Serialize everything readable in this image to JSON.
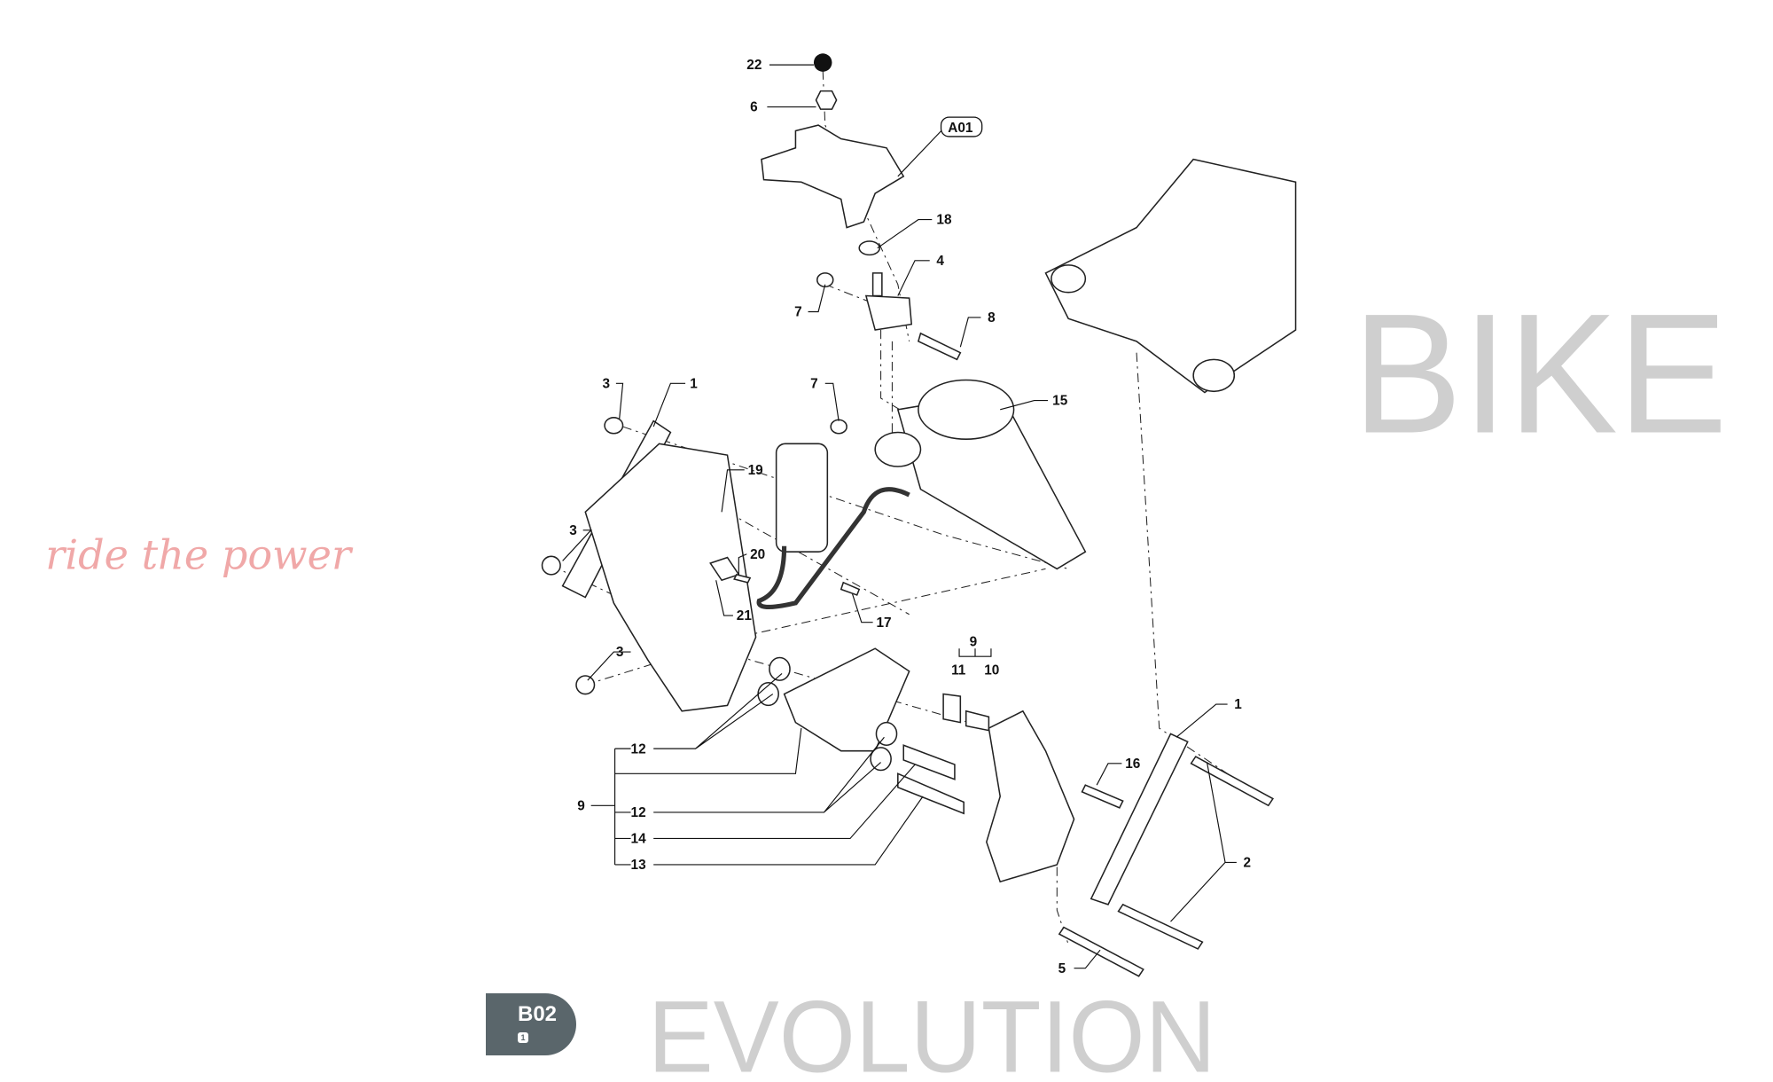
{
  "watermark": {
    "line1": "EVOLUTION",
    "line2": "BIKE",
    "tagline": "ride the power"
  },
  "callouts": {
    "c22": "22",
    "c6": "6",
    "a01": "A01",
    "c18": "18",
    "c4": "4",
    "c7a": "7",
    "c8": "8",
    "c3a": "3",
    "c1a": "1",
    "c7b": "7",
    "c15": "15",
    "c19": "19",
    "c3b": "3",
    "c20": "20",
    "c21": "21",
    "c17": "17",
    "c9a": "9",
    "c11": "11",
    "c10": "10",
    "c3c": "3",
    "c1b": "1",
    "c12a": "12",
    "c16": "16",
    "c9b": "9",
    "c12b": "12",
    "c14": "14",
    "c13": "13",
    "c2": "2",
    "c5": "5"
  },
  "badge": {
    "code": "B02",
    "sheet": "1"
  }
}
